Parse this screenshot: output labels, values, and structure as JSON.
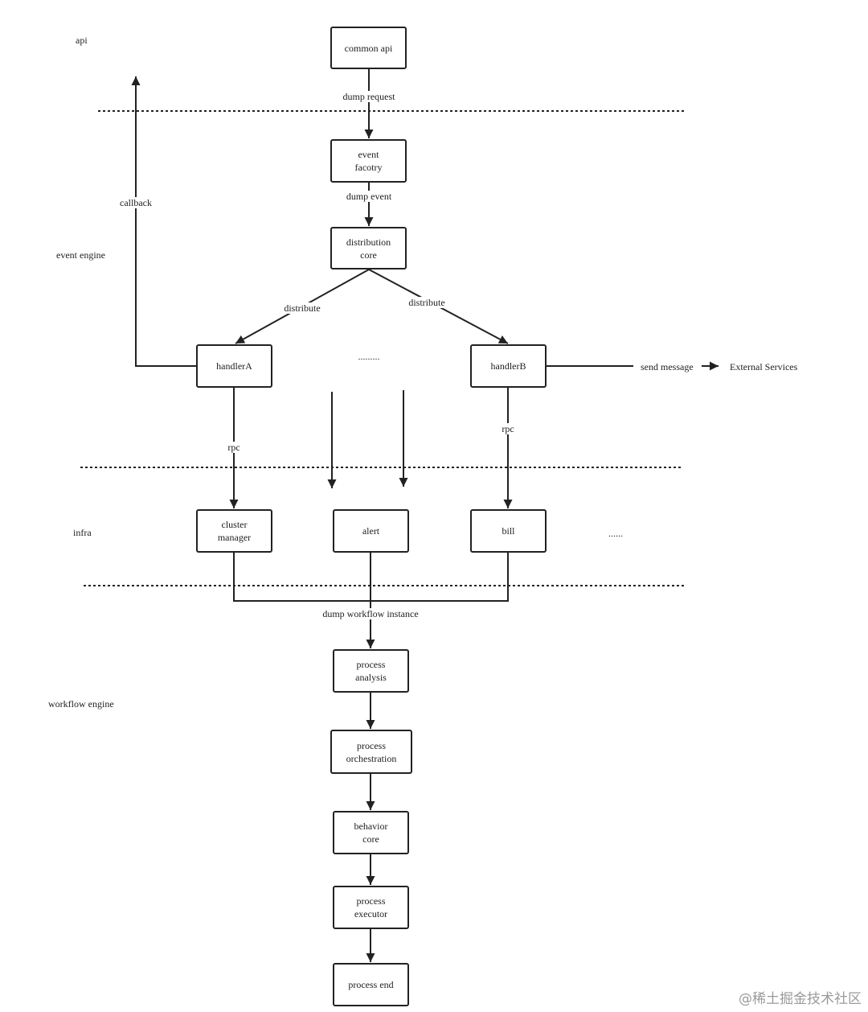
{
  "lanes": {
    "api": "api",
    "event_engine": "event engine",
    "infra": "infra",
    "workflow_engine": "workflow engine"
  },
  "nodes": {
    "common_api": "common api",
    "event_factory": "event\nfacotry",
    "distribution_core": "distribution\ncore",
    "handler_a": "handlerA",
    "handler_b": "handlerB",
    "cluster_manager": "cluster\nmanager",
    "alert": "alert",
    "bill": "bill",
    "process_analysis": "process\nanalysis",
    "process_orchestration": "process\norchestration",
    "behavior_core": "behavior\ncore",
    "process_executor": "process\nexecutor",
    "process_end": "process end"
  },
  "edge_labels": {
    "dump_request": "dump request",
    "dump_event": "dump event",
    "distribute_left": "distribute",
    "distribute_right": "distribute",
    "callback": "callback",
    "send_message": "send message",
    "external_services": "External Services",
    "rpc_left": "rpc",
    "rpc_right": "rpc",
    "dump_workflow_instance": "dump workflow instance"
  },
  "ellipses": {
    "handlers_more": ".........",
    "infra_more": "......"
  },
  "watermark": "@稀土掘金技术社区",
  "colors": {
    "stroke": "#222222",
    "text": "#222222",
    "watermark": "#9a9a9a",
    "background": "#ffffff"
  }
}
